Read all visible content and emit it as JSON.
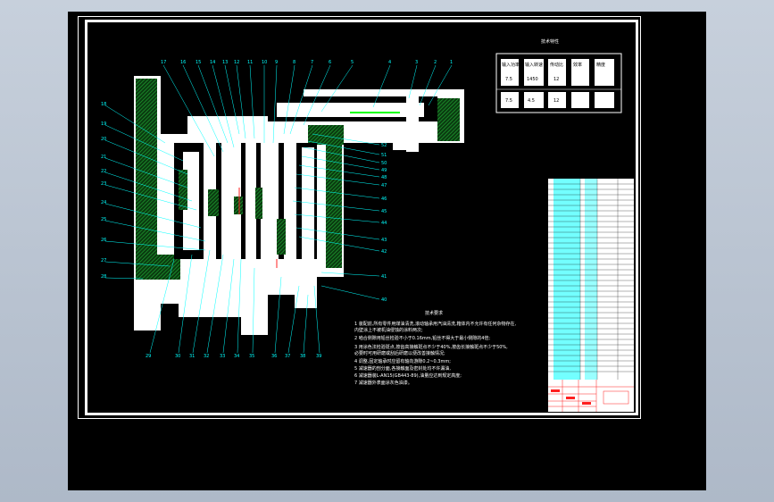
{
  "drawing": {
    "spec_table_title": "技术特性",
    "spec_table": {
      "headers": [
        "输入功率",
        "输入转速",
        "传动比",
        "效率",
        "精度"
      ],
      "values": [
        "7.5",
        "1450",
        "12",
        "",
        ""
      ],
      "sub": [
        "7.5",
        "4.5",
        "12",
        "",
        ""
      ]
    },
    "notes_title": "技术要求",
    "notes": [
      "1 装配前,所有零件用煤油清洗,滚动轴承用汽油清洗,箱体内不允许有任何杂物存在,",
      "  内壁涂上不被机油侵蚀的涂料两次;",
      "2 啮合侧隙用铅丝检验不小于0.16mm,铅丝不得大于最小侧隙的4倍;",
      "3 用涂色法检验斑点,按齿高接触斑点不少于40%,按齿长接触斑点不少于50%,",
      "  必要时可用研磨或刮后研磨以便改善接触情况;",
      "4 调整,固定轴承时应留有轴向游隙0.2~0.3mm;",
      "5 减速器的剖分面,各接触面及密封处均不许漏油,",
      "6 减速器装L-AN15(GB443-89),油量应达到规定高度;",
      "7 减速器外表面涂灰色油漆。"
    ],
    "part_numbers_top": [
      "17",
      "16",
      "15",
      "14",
      "13",
      "12",
      "11",
      "10",
      "9",
      "8",
      "7",
      "6",
      "5",
      "4",
      "3",
      "2",
      "1"
    ],
    "part_numbers_left": [
      "18",
      "19",
      "20",
      "21",
      "22",
      "23",
      "24",
      "25",
      "26",
      "27",
      "28"
    ],
    "part_numbers_right": [
      "52",
      "51",
      "50",
      "49",
      "48",
      "47",
      "46",
      "45",
      "44",
      "43",
      "42",
      "41",
      "40"
    ],
    "part_numbers_bottom": [
      "29",
      "30",
      "31",
      "32",
      "33",
      "34",
      "35",
      "36",
      "37",
      "38",
      "39"
    ]
  }
}
